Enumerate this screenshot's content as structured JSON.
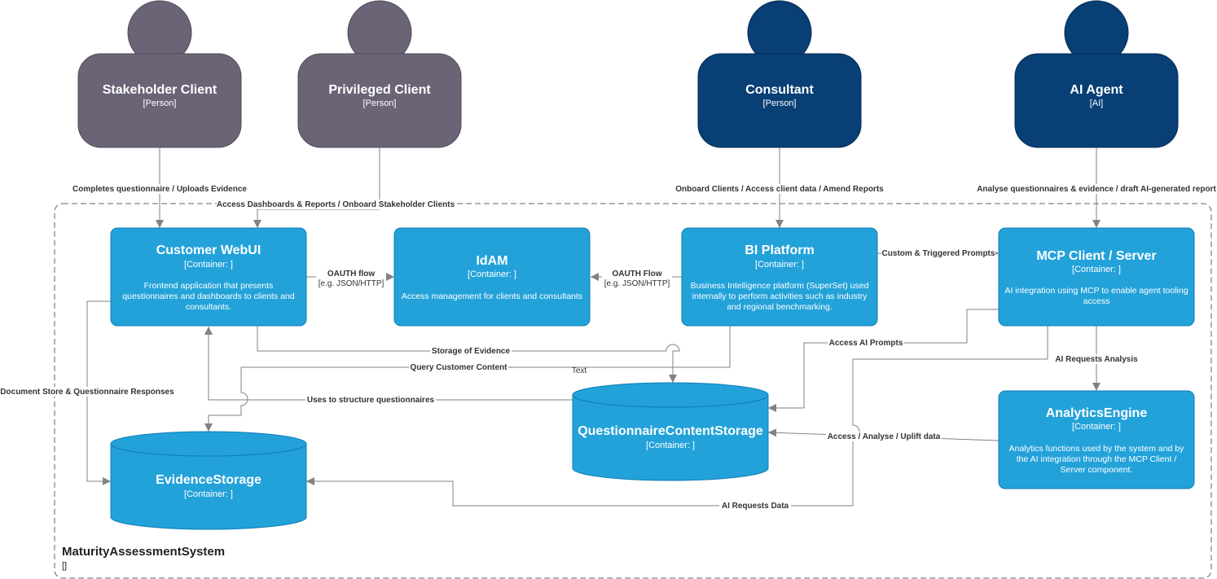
{
  "colors": {
    "person_grey": "#6b6477",
    "person_dark": "#083f75",
    "container": "#23a2d9",
    "container_stroke": "#0f7cb8",
    "edge": "#828282",
    "boundary": "#666666"
  },
  "boundary": {
    "name": "MaturityAssessmentSystem",
    "type": "[]"
  },
  "persons": [
    {
      "id": "stakeholder",
      "name": "Stakeholder Client",
      "type": "[Person]"
    },
    {
      "id": "privileged",
      "name": "Privileged Client",
      "type": "[Person]"
    },
    {
      "id": "consultant",
      "name": "Consultant",
      "type": "[Person]"
    },
    {
      "id": "ai_agent",
      "name": "AI Agent",
      "type": "[AI]"
    }
  ],
  "containers": [
    {
      "id": "webui",
      "name": "Customer WebUI",
      "type": "[Container: ]",
      "desc": [
        "Frontend application that presents",
        "questionnaires and dashboards to clients and",
        "consultants."
      ]
    },
    {
      "id": "idam",
      "name": "IdAM",
      "type": "[Container: ]",
      "desc": [
        "Access management for clients and consultants"
      ]
    },
    {
      "id": "bi",
      "name": "BI Platform",
      "type": "[Container: ]",
      "desc": [
        "Business Intelligence platform (SuperSet) used",
        "internally to perform activities such as industry",
        "and regional benchmarking."
      ]
    },
    {
      "id": "mcp",
      "name": "MCP Client / Server",
      "type": "[Container: ]",
      "desc": [
        "AI integration using MCP to enable agent tooling",
        "access"
      ]
    },
    {
      "id": "analytics",
      "name": "AnalyticsEngine",
      "type": "[Container: ]",
      "desc": [
        "Analytics functions used by the system and by",
        "the AI integration through the MCP Client /",
        "Server component."
      ]
    },
    {
      "id": "qcs",
      "name": "QuestionnaireContentStorage",
      "type": "[Container: ]",
      "desc": []
    },
    {
      "id": "evidence",
      "name": "EvidenceStorage",
      "type": "[Container: ]",
      "desc": []
    }
  ],
  "relationships": [
    {
      "id": "completes",
      "label": "Completes questionnaire / Uploads Evidence",
      "tech": ""
    },
    {
      "id": "access_dash",
      "label": "Access Dashboards & Reports / Onboard Stakeholder Clients",
      "tech": ""
    },
    {
      "id": "onboard",
      "label": "Onboard Clients / Access client data / Amend Reports",
      "tech": ""
    },
    {
      "id": "analyse",
      "label": "Analyse questionnaires & evidence / draft AI-generated report",
      "tech": ""
    },
    {
      "id": "oauth1",
      "label": "OAUTH flow",
      "tech": "[e.g. JSON/HTTP]"
    },
    {
      "id": "oauth2",
      "label": "OAUTH Flow",
      "tech": "[e.g. JSON/HTTP]"
    },
    {
      "id": "custom_prompts",
      "label": "Custom & Triggered Prompts",
      "tech": ""
    },
    {
      "id": "storage_evidence",
      "label": "Storage of Evidence",
      "tech": ""
    },
    {
      "id": "query_content",
      "label": "Query Customer Content",
      "tech": ""
    },
    {
      "id": "text",
      "label": "Text",
      "tech": ""
    },
    {
      "id": "access_prompts",
      "label": "Access AI Prompts",
      "tech": ""
    },
    {
      "id": "ai_requests_analysis",
      "label": "AI Requests Analysis",
      "tech": ""
    },
    {
      "id": "doc_store",
      "label": "Document Store & Questionnaire Responses",
      "tech": ""
    },
    {
      "id": "structure",
      "label": "Uses to structure questionnaires",
      "tech": ""
    },
    {
      "id": "uplift",
      "label": "Access / Analyse / Uplift data",
      "tech": ""
    },
    {
      "id": "ai_requests_data",
      "label": "AI Requests Data",
      "tech": ""
    }
  ]
}
